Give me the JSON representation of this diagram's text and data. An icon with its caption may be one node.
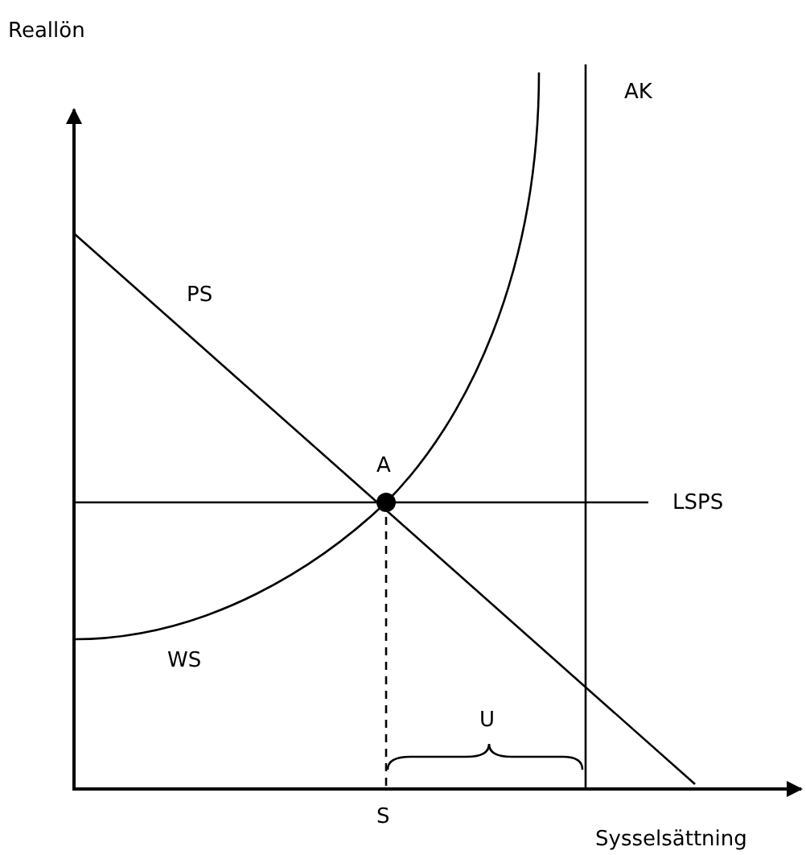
{
  "diagram": {
    "labels": [
      "Reallön",
      "AK",
      "PS",
      "A",
      "LSPS",
      "WS",
      "U",
      "S",
      "Sysselsättning"
    ]
  }
}
